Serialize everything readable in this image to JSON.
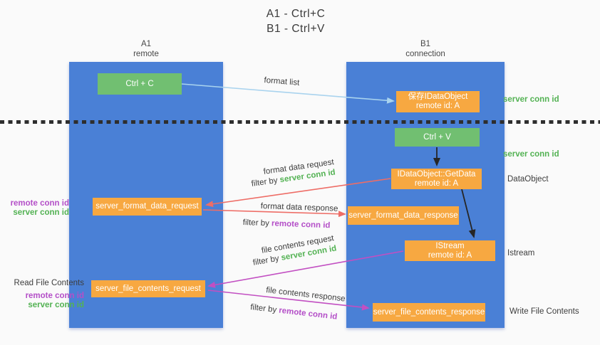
{
  "title": {
    "line1": "A1 - Ctrl+C",
    "line2": "B1 - Ctrl+V"
  },
  "lanes": {
    "a": {
      "name": "A1",
      "role": "remote"
    },
    "b": {
      "name": "B1",
      "role": "connection"
    }
  },
  "nodes": {
    "ctrl_c": {
      "label": "Ctrl + C"
    },
    "ctrl_v": {
      "label": "Ctrl + V"
    },
    "save_idataobject": {
      "line1": "保存IDataObject",
      "line2": "remote id: A"
    },
    "getdata": {
      "line1": "IDataObject::GetData",
      "line2": "remote id: A"
    },
    "istream": {
      "line1": "IStream",
      "line2": "remote id: A"
    },
    "format_request": {
      "label": "server_format_data_request"
    },
    "format_response": {
      "label": "server_format_data_response"
    },
    "file_request": {
      "label": "server_file_contents_request"
    },
    "file_response": {
      "label": "server_file_contents_response"
    }
  },
  "annotations": {
    "server_conn_id_top": "server conn id",
    "server_conn_id_mid": "server conn id",
    "dataobject": "DataObject",
    "istream": "Istream",
    "write_file_contents": "Write File Contents",
    "read_file_contents": "Read File Contents",
    "format_block": {
      "remote_conn_id": "remote conn id",
      "server_conn_id": "server conn id"
    },
    "file_block": {
      "remote_conn_id": "remote conn id",
      "server_conn_id": "server conn id"
    }
  },
  "arrows": {
    "format_list": {
      "label": "format list"
    },
    "format_data_request": {
      "label": "format data request",
      "filter_prefix": "filter by ",
      "filter_key": "server conn id"
    },
    "format_data_response": {
      "label": "format data response",
      "filter_prefix": "filter by ",
      "filter_key": "remote conn id"
    },
    "file_contents_request": {
      "label": "file contents request",
      "filter_prefix": "filter by ",
      "filter_key": "server conn id"
    },
    "file_contents_response": {
      "label": "file contents response",
      "filter_prefix": "filter by ",
      "filter_key": "remote conn id"
    }
  },
  "colors": {
    "lane_blue": "#4a80d6",
    "node_green": "#71bf71",
    "node_orange": "#f7a841",
    "arrow_salmon": "#ee6d66",
    "arrow_magenta": "#c24fc2",
    "arrow_lightblue": "#a9d3ee",
    "arrow_black": "#262626",
    "text_green": "#53b253",
    "text_purple": "#b44fc8"
  }
}
